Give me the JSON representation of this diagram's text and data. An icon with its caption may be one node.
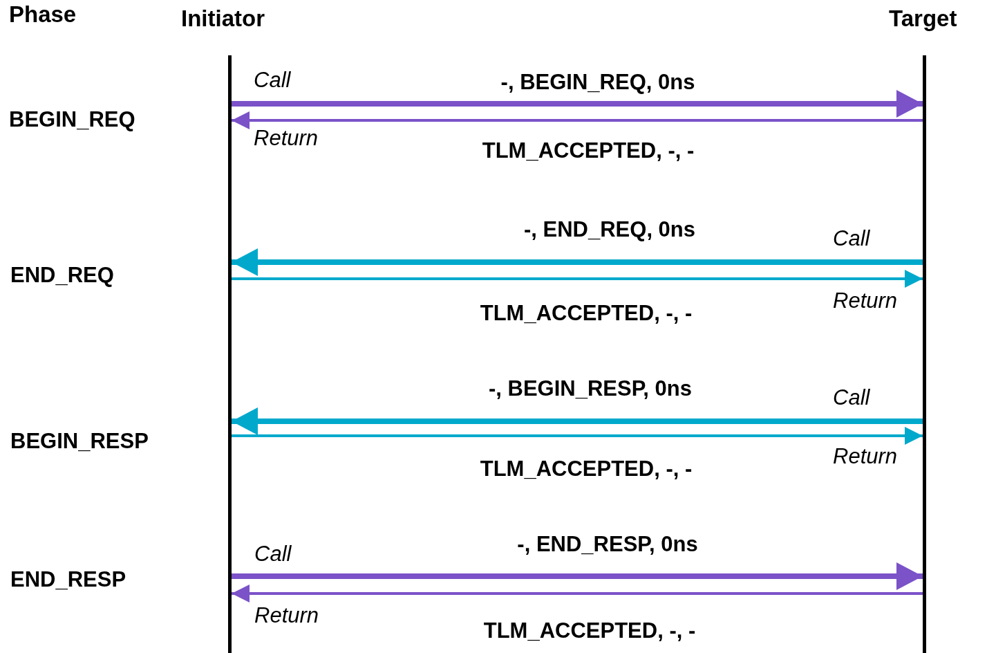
{
  "diagram": {
    "nodes": [
      {
        "text": [
          "Initiator"
        ]
      },
      {
        "text": [
          "Target"
        ]
      }
    ],
    "edges": [
      {
        "from": 0,
        "to": 1,
        "arrow": "to",
        "label": "-, BEGIN_REQ, 0ns",
        "style": "thick",
        "color": "#7b52c8"
      },
      {
        "from": 1,
        "to": 0,
        "arrow": "to",
        "label": "TLM_ACCEPTED, -, -",
        "color": "#7b52c8"
      },
      {
        "from": 1,
        "to": 0,
        "arrow": "to",
        "label": "-, END_REQ, 0ns",
        "style": "thick",
        "color": "#00a9cc"
      },
      {
        "from": 0,
        "to": 1,
        "arrow": "to",
        "label": "TLM_ACCEPTED, -, -",
        "color": "#00a9cc"
      },
      {
        "from": 1,
        "to": 0,
        "arrow": "to",
        "label": "-, BEGIN_RESP, 0ns",
        "style": "thick",
        "color": "#00a9cc"
      },
      {
        "from": 0,
        "to": 1,
        "arrow": "to",
        "label": "TLM_ACCEPTED, -, -",
        "color": "#00a9cc"
      },
      {
        "from": 0,
        "to": 1,
        "arrow": "to",
        "label": "-, END_RESP, 0ns",
        "style": "thick",
        "color": "#7b52c8"
      },
      {
        "from": 1,
        "to": 0,
        "arrow": "to",
        "label": "TLM_ACCEPTED, -, -",
        "color": "#7b52c8"
      }
    ],
    "labels": [
      "Phase",
      "Call",
      "BEGIN_REQ",
      "Return",
      "Call",
      "END_REQ",
      "Return",
      "Call",
      "BEGIN_RESP",
      "Return",
      "Call",
      "END_RESP",
      "Return"
    ]
  }
}
